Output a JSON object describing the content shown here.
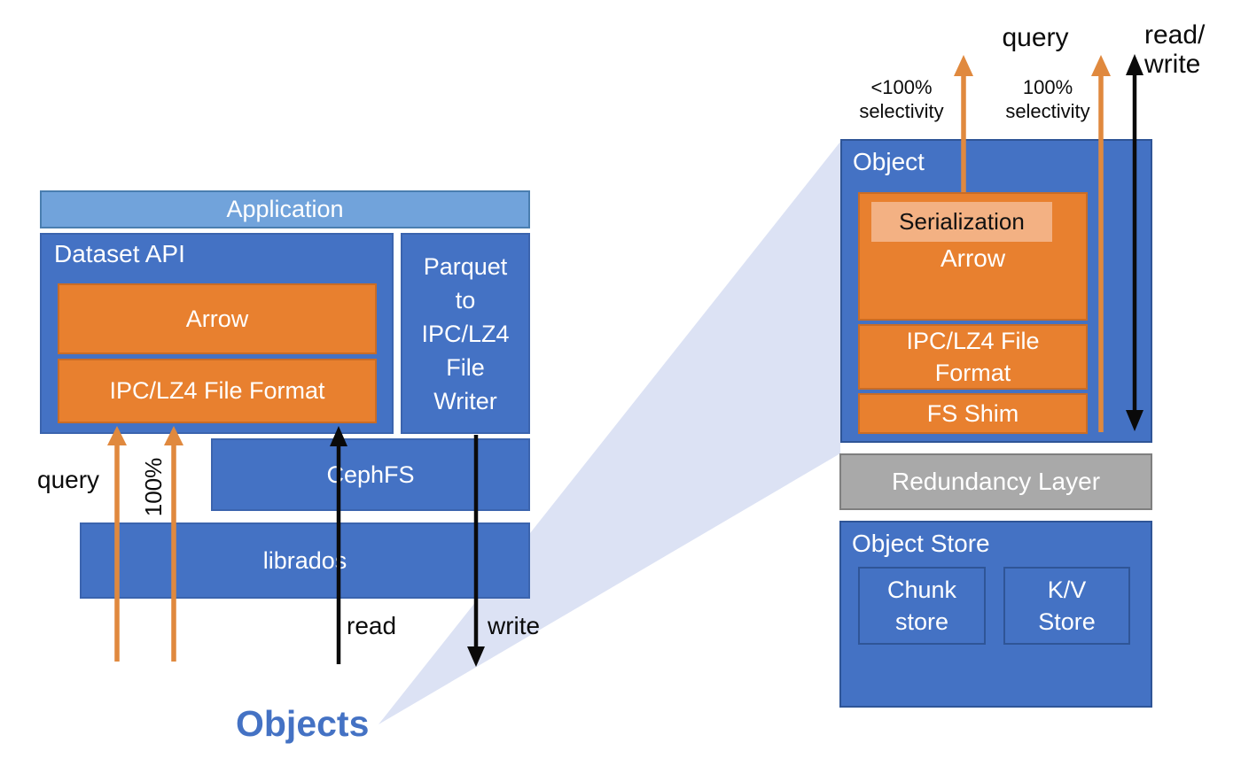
{
  "colors": {
    "box_blue": "#4472C4",
    "box_blue_border": "#2F5597",
    "light_bar_fill": "#71A3DB",
    "light_bar_border": "#4A7EB0",
    "orange_fill": "#E8802F",
    "orange_border": "#C96C26",
    "orange_arrow": "#E0893E",
    "salmon_fill": "#F3B183",
    "gray_fill": "#A9A9A9",
    "gray_border": "#7F7F7F",
    "zoom_cone": "#DCE2F4",
    "objects_text": "#4472C4",
    "arrow_black": "#0A0A0A"
  },
  "left_diagram": {
    "application": "Application",
    "dataset_api": "Dataset API",
    "arrow": "Arrow",
    "ipc_lz4_file_format": "IPC/LZ4 File Format",
    "parquet_writer": "Parquet\nto\nIPC/LZ4\nFile\nWriter",
    "cephfs": "CephFS",
    "librados": "librados",
    "labels": {
      "query": "query",
      "selectivity": "100%",
      "read": "read",
      "write": "write",
      "objects": "Objects"
    }
  },
  "right_diagram": {
    "object": "Object",
    "serialization": "Serialization",
    "arrow": "Arrow",
    "ipc_lz4_file_format": "IPC/LZ4 File\nFormat",
    "fs_shim": "FS Shim",
    "redundancy_layer": "Redundancy Layer",
    "object_store": "Object Store",
    "chunk_store": "Chunk\nstore",
    "kv_store": "K/V\nStore",
    "labels": {
      "query": "query",
      "read_write": "read/\nwrite",
      "partial_selectivity": "<100%\nselectivity",
      "full_selectivity": "100%\nselectivity"
    }
  }
}
